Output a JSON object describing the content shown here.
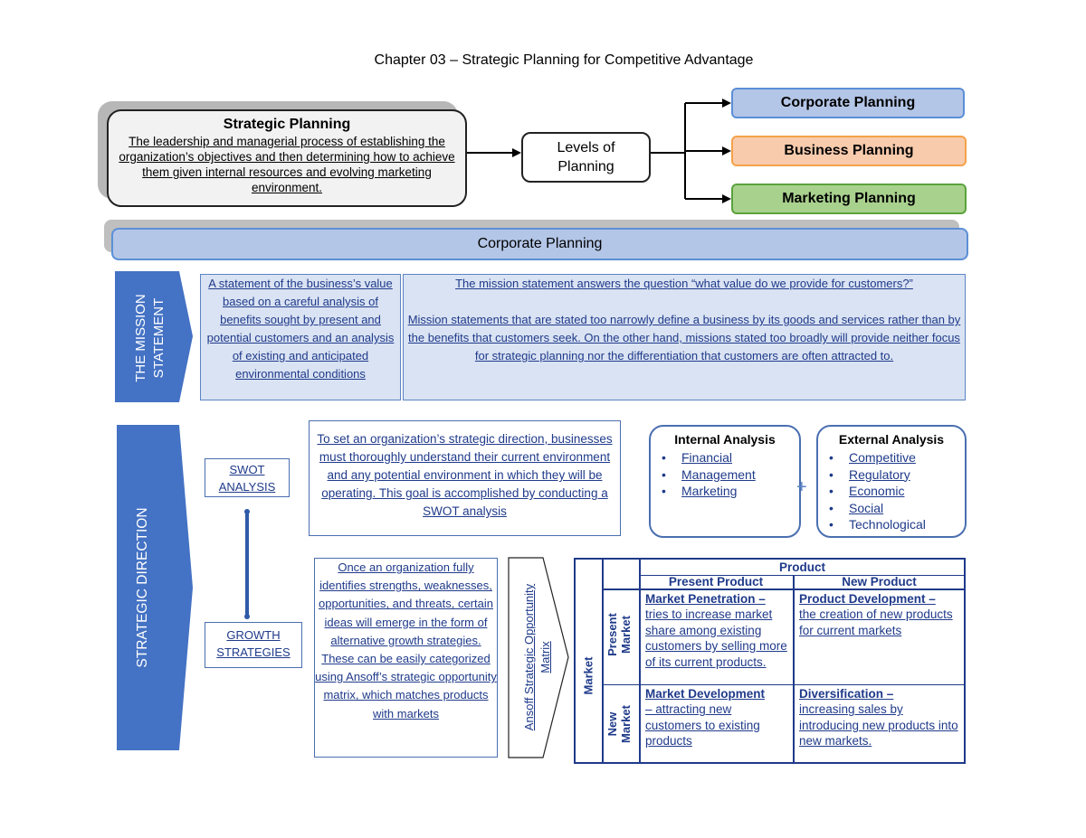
{
  "page": {
    "title": "Chapter 03 – Strategic Planning for Competitive Advantage"
  },
  "top": {
    "strategic_title": "Strategic Planning",
    "strategic_desc": "The leadership and managerial process of establishing the organization’s objectives and then determining how to achieve them given internal resources and evolving marketing environment.",
    "levels_line1": "Levels of",
    "levels_line2": "Planning",
    "corporate": "Corporate Planning",
    "business": "Business Planning",
    "marketing": "Marketing Planning"
  },
  "corporate_band": "Corporate Planning",
  "mission": {
    "side_line1": "THE MISSION",
    "side_line2": "STATEMENT",
    "definition": "A statement of the business’s value based on a careful analysis of benefits sought by present and potential customers and an analysis of existing and anticipated environmental conditions",
    "question": "The mission statement answers the question “what value do we provide for customers?”",
    "detail": "Mission statements that are stated too narrowly define a business by its goods and services rather than by the benefits that customers seek. On the other hand, missions stated too broadly will provide neither focus for strategic planning nor the differentiation that customers are often attracted to."
  },
  "direction": {
    "side_label": "STRATEGIC DIRECTION",
    "swot_line1": "SWOT",
    "swot_line2": "ANALYSIS",
    "growth_line1": "GROWTH",
    "growth_line2": "STRATEGIES",
    "swot_text": "To set an organization’s strategic direction, businesses must thoroughly understand their current environment and any potential environment in which they will be operating. This goal is accomplished by conducting a SWOT analysis",
    "growth_text": "Once an organization fully identifies strengths, weaknesses, opportunities, and threats, certain ideas will emerge in the form of alternative growth strategies. These can be easily categorized using Ansoff’s strategic opportunity matrix, which matches products with markets"
  },
  "analysis": {
    "internal_title": "Internal Analysis",
    "internal_items": [
      "Financial",
      "Management",
      "Marketing"
    ],
    "plus": "+",
    "external_title": "External Analysis",
    "external_items": [
      "Competitive",
      "Regulatory",
      "Economic",
      "Social",
      "Technological"
    ]
  },
  "ansoff": {
    "label_line1": "Ansoff Strategic Opportunity",
    "label_line2": "Matrix",
    "product": "Product",
    "present_product": "Present Product",
    "new_product": "New Product",
    "market": "Market",
    "present_market_1": "Present",
    "present_market_2": "Market",
    "new_market_1": "New",
    "new_market_2": "Market",
    "penetration_title": "Market Penetration –",
    "penetration_desc": "tries to increase market share among existing customers by selling more of its current products.",
    "product_dev_title": "Product Development –",
    "product_dev_desc": "the creation of new products for current markets",
    "market_dev_title": "Market Development",
    "market_dev_desc": "– attracting new customers to existing products",
    "diversification_title": "Diversification –",
    "diversification_desc": "increasing sales by introducing new products into new markets."
  },
  "colors": {
    "accent_blue": "#4472c4",
    "dark_blue": "#1f3a8a",
    "corporate_fill": "#b4c6e7",
    "business_fill": "#f8cbad",
    "marketing_fill": "#a9d18e"
  }
}
